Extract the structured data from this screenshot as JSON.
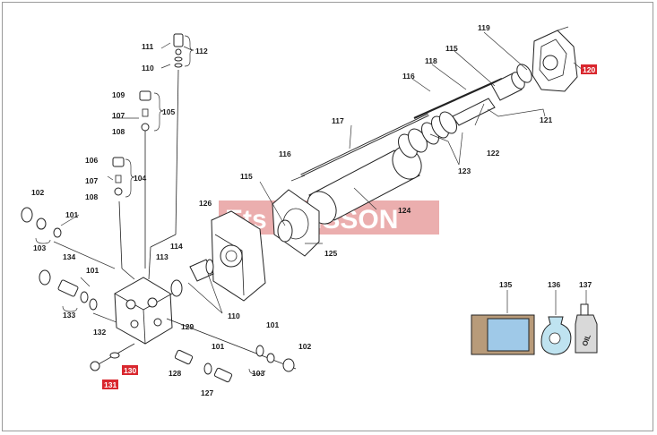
{
  "watermark": {
    "text": "Ets BOISSON",
    "color": "#e8a0a0"
  },
  "colors": {
    "highlight": "#d9272e",
    "line": "#222222",
    "tank_fill": "#9fc9e8",
    "hatch": "#b89b7a"
  },
  "labels": {
    "l111": "111",
    "l112": "112",
    "l110a": "110",
    "l109": "109",
    "l105": "105",
    "l107a": "107",
    "l108a": "108",
    "l106": "106",
    "l104": "104",
    "l107b": "107",
    "l108b": "108",
    "l102a": "102",
    "l101a": "101",
    "l103a": "103",
    "l134": "134",
    "l101b": "101",
    "l133": "133",
    "l113": "113",
    "l114": "114",
    "l110b": "110",
    "l132": "132",
    "l129": "129",
    "l101c": "101",
    "l128": "128",
    "l127": "127",
    "l101d": "101",
    "l102b": "102",
    "l103b": "103",
    "l130": "130",
    "l131": "131",
    "l126": "126",
    "l115a": "115",
    "l116a": "116",
    "l117": "117",
    "l125": "125",
    "l124": "124",
    "l116b": "116",
    "l115b": "115",
    "l118": "118",
    "l119": "119",
    "l120": "120",
    "l121": "121",
    "l122": "122",
    "l123": "123",
    "l135": "135",
    "l136": "136",
    "l137": "137"
  },
  "oil_can_text": "OIL"
}
